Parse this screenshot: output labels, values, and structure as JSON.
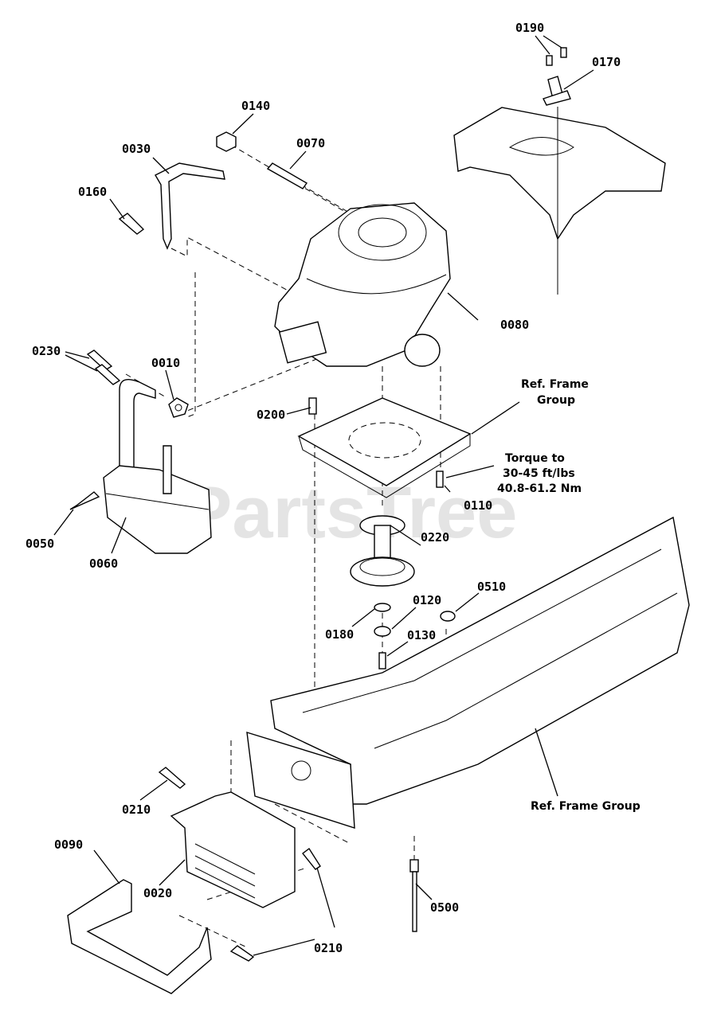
{
  "watermark": "PartsTree",
  "callouts": {
    "c0190": "0190",
    "c0170": "0170",
    "c0140": "0140",
    "c0030": "0030",
    "c0070": "0070",
    "c0160": "0160",
    "c0080": "0080",
    "c0230": "0230",
    "c0010": "0010",
    "c0200": "0200",
    "c0110": "0110",
    "c0050": "0050",
    "c0060": "0060",
    "c0220": "0220",
    "c0510": "0510",
    "c0120": "0120",
    "c0180": "0180",
    "c0130": "0130",
    "c0210a": "0210",
    "c0090": "0090",
    "c0020": "0020",
    "c0210b": "0210",
    "c0500": "0500"
  },
  "notes": {
    "ref_frame_group_1_line1": "Ref. Frame",
    "ref_frame_group_1_line2": "Group",
    "torque_line1": "Torque to",
    "torque_line2": "30-45 ft/lbs",
    "torque_line3": "40.8-61.2 Nm",
    "ref_frame_group_2": "Ref. Frame Group"
  }
}
